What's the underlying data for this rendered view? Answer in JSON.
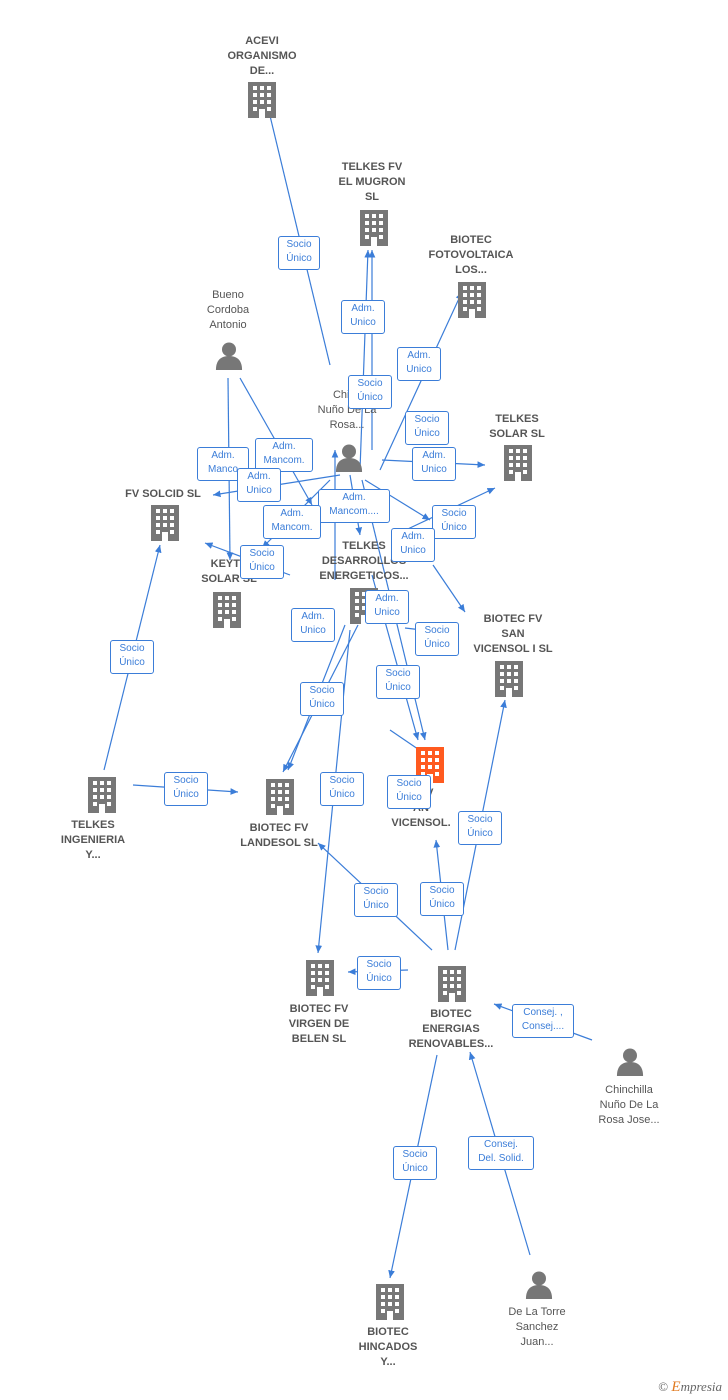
{
  "colors": {
    "edge": "#3b7dd8",
    "building": "#777777",
    "focus_building": "#ff5a1f",
    "person": "#777777",
    "label": "#555555"
  },
  "nodes": [
    {
      "id": "acevi",
      "type": "building",
      "lines": [
        "ACEVI",
        "ORGANISMO",
        "DE..."
      ]
    },
    {
      "id": "mugron",
      "type": "building",
      "lines": [
        "TELKES FV",
        "EL MUGRON",
        "SL"
      ]
    },
    {
      "id": "fotovoltaica",
      "type": "building",
      "lines": [
        "BIOTEC",
        "FOTOVOLTAICA",
        "LOS..."
      ]
    },
    {
      "id": "bueno",
      "type": "person",
      "lines": [
        "Bueno",
        "Cordoba",
        "Antonio"
      ]
    },
    {
      "id": "chinchilla1",
      "type": "person",
      "lines": [
        "Chinc",
        "Nuño De La",
        "Rosa..."
      ]
    },
    {
      "id": "telkessolar",
      "type": "building",
      "lines": [
        "TELKES",
        "SOLAR  SL"
      ]
    },
    {
      "id": "fvsolcid",
      "type": "building",
      "lines": [
        "FV SOLCID  SL"
      ]
    },
    {
      "id": "keyter",
      "type": "building",
      "lines": [
        "KEYTE",
        "SOLAR SL"
      ]
    },
    {
      "id": "desarrollos",
      "type": "building",
      "lines": [
        "TELKES",
        "DESARROLLOS",
        "ENERGETICOS..."
      ]
    },
    {
      "id": "sanvicensol1",
      "type": "building",
      "lines": [
        "BIOTEC FV",
        "SAN",
        "VICENSOL I  SL"
      ]
    },
    {
      "id": "focus",
      "type": "building",
      "focus": true,
      "lines": [
        "C FV",
        "AN",
        "VICENSOL."
      ]
    },
    {
      "id": "telkesing",
      "type": "building",
      "lines": [
        "TELKES",
        "INGENIERIA",
        "Y..."
      ]
    },
    {
      "id": "landesol",
      "type": "building",
      "lines": [
        "BIOTEC FV",
        "LANDESOL  SL"
      ]
    },
    {
      "id": "virgen",
      "type": "building",
      "lines": [
        "BIOTEC FV",
        "VIRGEN DE",
        "BELEN  SL"
      ]
    },
    {
      "id": "renovables",
      "type": "building",
      "lines": [
        "BIOTEC",
        "ENERGIAS",
        "RENOVABLES..."
      ]
    },
    {
      "id": "chinchilla2",
      "type": "person",
      "lines": [
        "Chinchilla",
        "Nuño De La",
        "Rosa Jose..."
      ]
    },
    {
      "id": "hincados",
      "type": "building",
      "lines": [
        "BIOTEC",
        "HINCADOS",
        "Y..."
      ]
    },
    {
      "id": "delatorre",
      "type": "person",
      "lines": [
        "De La Torre",
        "Sanchez",
        "Juan..."
      ]
    }
  ],
  "edge_labels": [
    [
      "Socio",
      "Único"
    ],
    [
      "Adm.",
      "Unico"
    ],
    [
      "Adm.",
      "Unico"
    ],
    [
      "Socio",
      "Único"
    ],
    [
      "Socio",
      "Único"
    ],
    [
      "Adm.",
      "Manco"
    ],
    [
      "Adm.",
      "Mancom."
    ],
    [
      "Adm.",
      "Unico"
    ],
    [
      "Adm.",
      "Unico"
    ],
    [
      "Adm.",
      "Mancom...."
    ],
    [
      "Adm.",
      "Mancom."
    ],
    [
      "Socio",
      "Único"
    ],
    [
      "Socio",
      "Único"
    ],
    [
      "Adm.",
      "Unico"
    ],
    [
      "Adm.",
      "Unico"
    ],
    [
      "Socio",
      "Único"
    ],
    [
      "Adm.",
      "Unico"
    ],
    [
      "Socio",
      "Único"
    ],
    [
      "Socio",
      "Único"
    ],
    [
      "Socio",
      "Único"
    ],
    [
      "Socio",
      "Único"
    ],
    [
      "Socio",
      "Único"
    ],
    [
      "Socio",
      "Único"
    ],
    [
      "Socio",
      "Único"
    ],
    [
      "Socio",
      "Único"
    ],
    [
      "Socio",
      "Único"
    ],
    [
      "Socio",
      "Único"
    ],
    [
      "Consej. ,",
      "Consej...."
    ],
    [
      "Socio",
      "Único"
    ],
    [
      "Consej.",
      "Del. Solid."
    ]
  ],
  "branding": {
    "copyright": "©",
    "e": "E",
    "rest": "mpresia"
  }
}
